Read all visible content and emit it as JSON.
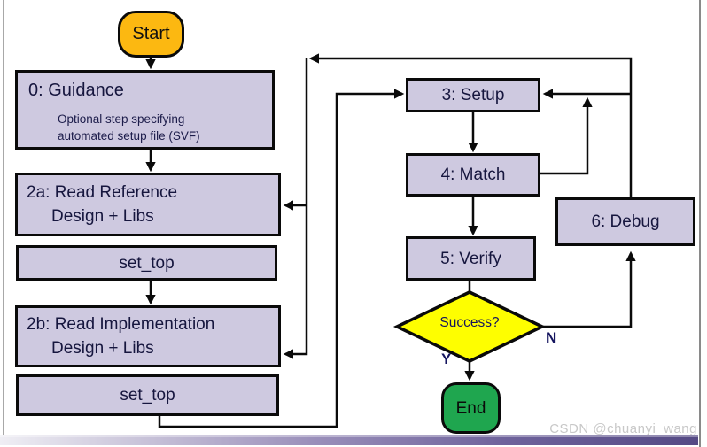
{
  "page": {
    "watermark": "CSDN @chuanyi_wang"
  },
  "flowchart": {
    "nodes": {
      "start": {
        "label": "Start"
      },
      "guidance": {
        "title": "0: Guidance",
        "desc_line1": "Optional step specifying",
        "desc_line2": "automated setup file (SVF)"
      },
      "read_reference": {
        "line1": "2a: Read Reference",
        "line2": "Design + Libs"
      },
      "set_top_1": {
        "label": "set_top"
      },
      "read_implementation": {
        "line1": "2b: Read Implementation",
        "line2": "Design + Libs"
      },
      "set_top_2": {
        "label": "set_top"
      },
      "setup": {
        "label": "3: Setup"
      },
      "match": {
        "label": "4: Match"
      },
      "verify": {
        "label": "5: Verify"
      },
      "success_decision": {
        "label": "Success?"
      },
      "debug": {
        "label": "6: Debug"
      },
      "end": {
        "label": "End"
      }
    },
    "branch_labels": {
      "yes": "Y",
      "no": "N"
    },
    "colors": {
      "process_fill": "#cec9e0",
      "border": "#0a0a0a",
      "start_fill": "#fcb811",
      "decision_fill": "#fefe00",
      "end_fill": "#1fa64f",
      "label_text": "#16163e",
      "decision_text": "#14145e",
      "bottom_bar_purple": "#554a85",
      "watermark_gray": "#c8c8c8"
    }
  }
}
